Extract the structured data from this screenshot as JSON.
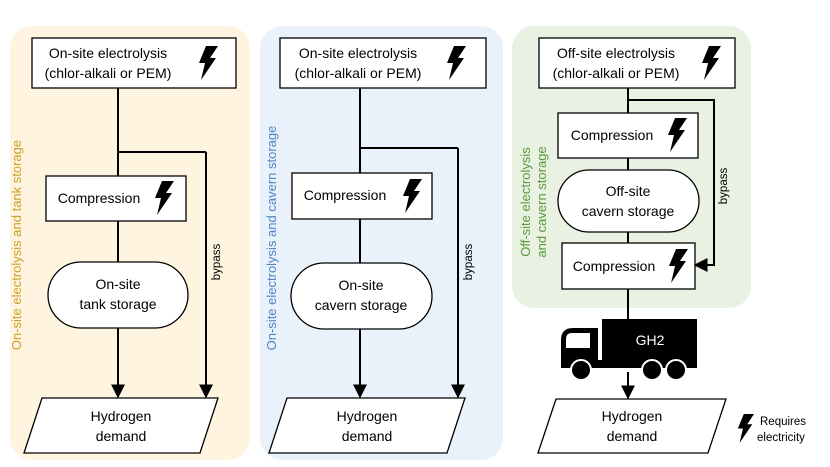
{
  "colors": {
    "panel1_fill": "#fff4df",
    "panel1_label": "#c9a227",
    "panel2_fill": "#e9f1fa",
    "panel2_label": "#4f86c6",
    "panel3_fill": "#e8f1e2",
    "panel3_label": "#5a9a3c",
    "line": "#000000"
  },
  "panels": [
    {
      "side_label": "On-site electrolysis and tank storage",
      "electrolysis_line1": "On-site electrolysis",
      "electrolysis_line2": "(chlor-alkali or PEM)",
      "compression": "Compression",
      "storage_line1": "On-site",
      "storage_line2": "tank storage",
      "bypass": "bypass",
      "demand_line1": "Hydrogen",
      "demand_line2": "demand"
    },
    {
      "side_label": "On-site electrolysis and cavern storage",
      "electrolysis_line1": "On-site electrolysis",
      "electrolysis_line2": "(chlor-alkali or PEM)",
      "compression": "Compression",
      "storage_line1": "On-site",
      "storage_line2": "cavern storage",
      "bypass": "bypass",
      "demand_line1": "Hydrogen",
      "demand_line2": "demand"
    },
    {
      "side_label_line1": "Off-site electrolysis",
      "side_label_line2": "and cavern storage",
      "electrolysis_line1": "Off-site electrolysis",
      "electrolysis_line2": "(chlor-alkali or PEM)",
      "compression_top": "Compression",
      "storage_line1": "Off-site",
      "storage_line2": "cavern storage",
      "compression_bottom": "Compression",
      "bypass": "bypass",
      "truck_label": "GH2",
      "demand_line1": "Hydrogen",
      "demand_line2": "demand"
    }
  ],
  "legend": {
    "icon": "lightning-bolt-icon",
    "line1": "Requires",
    "line2": "electricity"
  }
}
